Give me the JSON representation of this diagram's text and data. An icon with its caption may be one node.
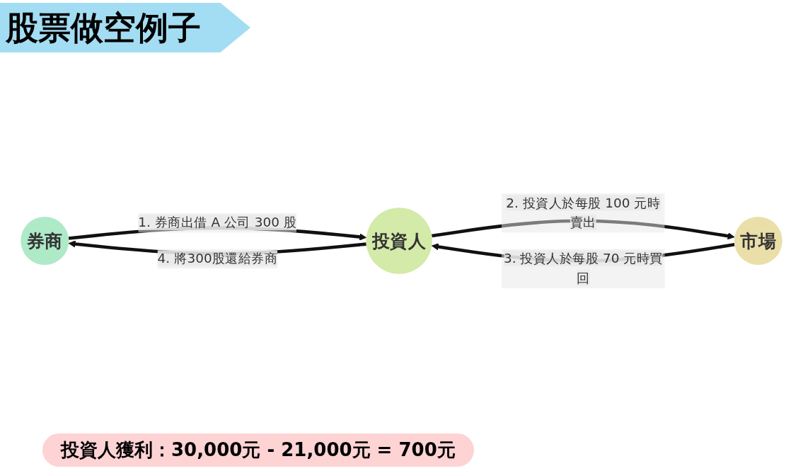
{
  "diagram": {
    "title": "股票做空例子",
    "nodes": [
      {
        "text": [
          "券商"
        ]
      },
      {
        "text": [
          "投資人"
        ]
      },
      {
        "text": [
          "市場"
        ]
      }
    ],
    "edges": [
      {
        "from": 0,
        "to": 1,
        "arrow": "to",
        "label": "1. 券商出借 A 公司 300 股"
      },
      {
        "from": 1,
        "to": 2,
        "arrow": "to",
        "label": "2. 投資人於每股 100 元時賣出"
      },
      {
        "from": 2,
        "to": 1,
        "arrow": "to",
        "label": "3. 投資人於每股 70 元時買回"
      },
      {
        "from": 1,
        "to": 0,
        "arrow": "to",
        "label": "4. 將300股還給券商"
      }
    ],
    "labels": [
      "投資人獲利：30,000元 - 21,000元 = 700元"
    ]
  }
}
